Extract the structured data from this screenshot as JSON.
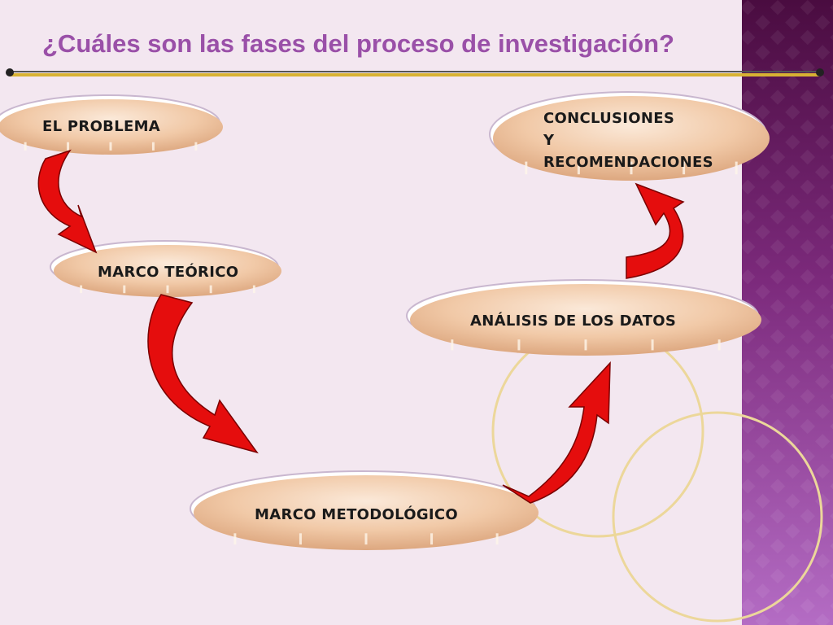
{
  "title": "¿Cuáles son las fases del proceso de investigación?",
  "nodes": [
    {
      "id": "el-problema",
      "label": "EL PROBLEMA"
    },
    {
      "id": "marco-teorico",
      "label": "MARCO TEÓRICO"
    },
    {
      "id": "marco-metodologico",
      "label": "MARCO METODOLÓGICO"
    },
    {
      "id": "analisis-datos",
      "label": "ANÁLISIS DE LOS DATOS"
    },
    {
      "id": "conclusiones",
      "label": "CONCLUSIONES\nY\nRECOMENDACIONES"
    }
  ],
  "edges": [
    {
      "from": "el-problema",
      "to": "marco-teorico"
    },
    {
      "from": "marco-teorico",
      "to": "marco-metodologico"
    },
    {
      "from": "marco-metodologico",
      "to": "analisis-datos"
    },
    {
      "from": "analisis-datos",
      "to": "conclusiones"
    }
  ],
  "colors": {
    "title": "#9a50a8",
    "arrow_fill": "#e50d0d",
    "arrow_edge": "#7a0000",
    "pill_fill": "#f4d3b6",
    "sidebar_dark": "#4d0f44",
    "sidebar_light": "#b06ac0",
    "ring": "#ecd79a"
  }
}
